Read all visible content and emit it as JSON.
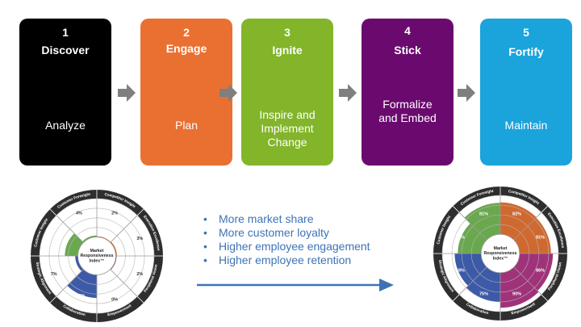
{
  "steps": [
    {
      "num": "1",
      "title": "Discover",
      "action": "Analyze",
      "color": "#000000"
    },
    {
      "num": "2",
      "title": "Engage",
      "action": "Plan",
      "color": "#ea7032"
    },
    {
      "num": "3",
      "title": "Ignite",
      "action": "Inspire and\nImplement\nChange",
      "color": "#82b52a"
    },
    {
      "num": "4",
      "title": "Stick",
      "action": "Formalize\nand  Embed",
      "color": "#6b0a6e"
    },
    {
      "num": "5",
      "title": "Fortify",
      "action": "Maintain",
      "color": "#1ba3dc"
    }
  ],
  "outcomes": [
    "More market share",
    "More customer loyalty",
    "Higher employee engagement",
    "Higher employee retention"
  ],
  "center_label": [
    "Market",
    "Responsiveness",
    "Index™"
  ],
  "ring_labels": [
    "Competitor Insight",
    "Execution Excellence",
    "Peripheral Vision",
    "Empowerment",
    "Collaboration",
    "Strategic Alignment",
    "Customer Insight",
    "Customer Foresight"
  ],
  "wheel_before": {
    "values": [
      "2%",
      "3%",
      "2%",
      "0%",
      "60%",
      "7%",
      "34%",
      "4%"
    ],
    "fill_levels": [
      0.02,
      0.03,
      0.02,
      0.0,
      0.6,
      0.07,
      0.34,
      0.04
    ],
    "colors": [
      "#d0692f",
      "#d0692f",
      "#a0327a",
      "#a0327a",
      "#3d5aa8",
      "#3d5aa8",
      "#6aa84f",
      "#6aa84f"
    ]
  },
  "wheel_after": {
    "values": [
      "82%",
      "81%",
      "86%",
      "90%",
      "75%",
      "68%",
      "60%",
      "81%"
    ],
    "fill_levels": [
      0.82,
      0.81,
      0.86,
      0.9,
      0.75,
      0.68,
      0.6,
      0.81
    ],
    "colors": [
      "#d0692f",
      "#d0692f",
      "#a0327a",
      "#a0327a",
      "#3d5aa8",
      "#3d5aa8",
      "#6aa84f",
      "#6aa84f"
    ]
  },
  "colors": {
    "arrow": "#7f7f7f",
    "bullet_text": "#3d73b5",
    "ring": "#2e2e2e"
  }
}
